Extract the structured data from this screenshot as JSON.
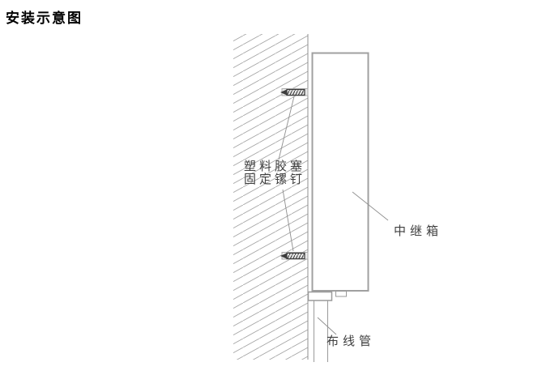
{
  "page": {
    "title": "安装示意图"
  },
  "diagram": {
    "labels": {
      "plug_line1": "塑料胶塞",
      "plug_line2": "固定镙钉",
      "repeater_box": "中继箱",
      "conduit": "布线管"
    },
    "colors": {
      "background": "#ffffff",
      "title_text": "#000000",
      "label_text": "#404040",
      "wall_hatch": "#a6a6a6",
      "outline_gray": "#a0a0a0",
      "thin_line_gray": "#8f8f8f",
      "screw_dark": "#3c3c3c",
      "plug_sleeve_fill": "#e8e8e8"
    }
  }
}
